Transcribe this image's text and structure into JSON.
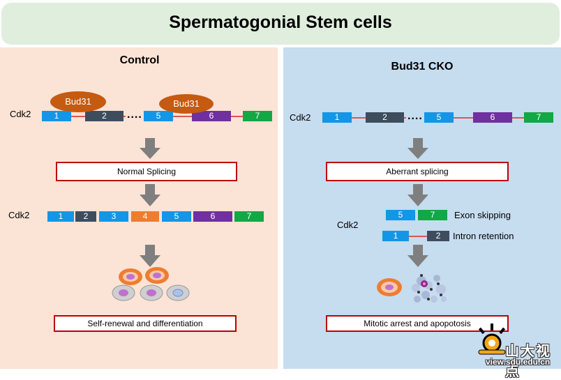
{
  "title": "Spermatogonial Stem cells",
  "left": {
    "heading": "Control",
    "gene": "Cdk2",
    "bud31": [
      "Bud31",
      "Bud31"
    ],
    "top_exons": [
      "1",
      "2",
      "5",
      "6",
      "7"
    ],
    "dots": "....",
    "process": "Normal Splicing",
    "result_gene": "Cdk2",
    "result_exons": [
      "1",
      "2",
      "3",
      "4",
      "5",
      "6",
      "7"
    ],
    "outcome": "Self-renewal and differentiation"
  },
  "right": {
    "heading": "Bud31 CKO",
    "gene": "Cdk2",
    "top_exons": [
      "1",
      "2",
      "5",
      "6",
      "7"
    ],
    "dots": "....",
    "process": "Aberrant splicing",
    "result_gene": "Cdk2",
    "skip_exons": [
      "5",
      "7"
    ],
    "skip_label": "Exon skipping",
    "retain_exons": [
      "1",
      "2"
    ],
    "retain_label": "Intron retention",
    "outcome": "Mitotic arrest and apopotosis"
  },
  "watermark": {
    "text": "山大视点",
    "url": "view.sdu.edu.cn"
  },
  "colors": {
    "exon_blue": "#1496e6",
    "exon_dark": "#3e4d5e",
    "exon_orange": "#ed7d31",
    "exon_purple": "#7030a0",
    "exon_green": "#13a745",
    "bud31": "#c55a11",
    "box_border": "#c00000",
    "arrow": "#7f7f7f"
  }
}
